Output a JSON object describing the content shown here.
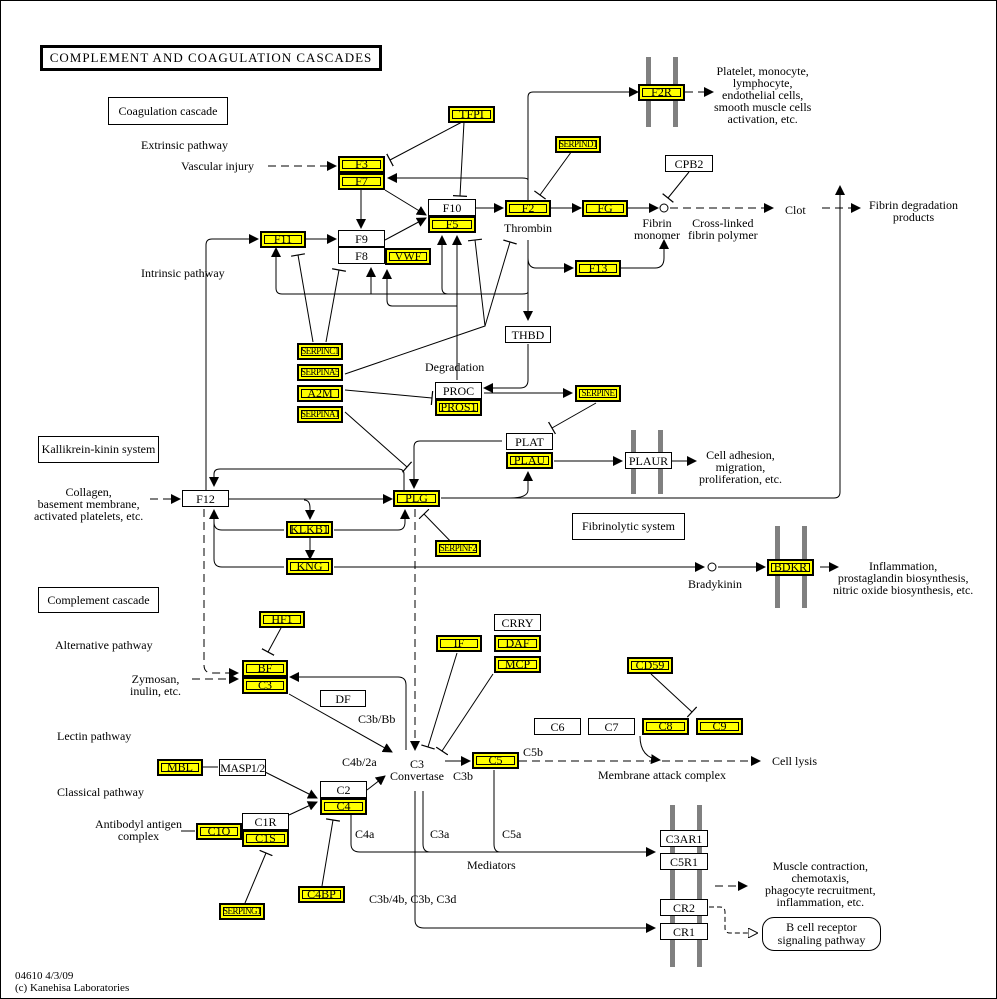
{
  "title": "COMPLEMENT AND COAGULATION CASCADES",
  "colors": {
    "gene_highlight": "#ffff00",
    "membrane": "#808080",
    "line": "#000000"
  },
  "sections": {
    "coagulation": "Coagulation cascade",
    "kallikrein": "Kallikrein-kinin system",
    "fibrinolytic": "Fibrinolytic system",
    "complement": "Complement cascade"
  },
  "labels": {
    "extrinsic": "Extrinsic pathway",
    "vascular_injury": "Vascular injury",
    "intrinsic": "Intrinsic pathway",
    "thrombin": "Thrombin",
    "fibrin_monomer": "Fibrin\nmonomer",
    "crosslinked": "Cross-linked\nfibrin polymer",
    "clot": "Clot",
    "fibrin_degradation": "Fibrin degradation\nproducts",
    "platelet_activation": "Platelet, monocyte,\nlymphocyte,\nendothelial cells,\nsmooth muscle cells\nactivation, etc.",
    "degradation": "Degradation",
    "cell_adhesion": "Cell adhesion,\nmigration,\nproliferation, etc.",
    "collagen": "Collagen,\nbasement membrane,\nactivated platelets, etc.",
    "bradykinin": "Bradykinin",
    "inflammation": "Inflammation,\nprostaglandin biosynthesis,\nnitric oxide biosynthesis, etc.",
    "alternative": "Alternative pathway",
    "zymosan": "Zymosan,\ninulin, etc.",
    "lectin": "Lectin pathway",
    "classical": "Classical pathway",
    "antibody": "Antibodyl antigen\ncomplex",
    "c3bbb": "C3b/Bb",
    "c4b2a": "C4b/2a",
    "c3_convertase": "C3\nConvertase",
    "c3b": "C3b",
    "c5b": "C5b",
    "c4a": "C4a",
    "c3a": "C3a",
    "c5a": "C5a",
    "mediators": "Mediators",
    "c3b4b": "C3b/4b, C3b, C3d",
    "mac": "Membrane attack complex",
    "cell_lysis": "Cell lysis",
    "muscle": "Muscle contraction,\nchemotaxis,\nphagocyte recruitment,\ninflammation, etc.",
    "bcell": "B cell receptor\nsignaling pathway"
  },
  "genes": {
    "F3": "F3",
    "F7": "F7",
    "TFPI": "TFPI",
    "F10": "F10",
    "F5": "F5",
    "F2": "F2",
    "FG": "FG",
    "SERPIND1": "SERPIND1",
    "F2R": "F2R",
    "CPB2": "CPB2",
    "F11": "F11",
    "F9": "F9",
    "F8": "F8",
    "VWF": "VWF",
    "F13": "F13",
    "THBD": "THBD",
    "SERPINC1": "SERPINC1",
    "SERPINA5": "SERPINA5",
    "A2M": "A2M",
    "SERPINA1": "SERPINA1",
    "PROC": "PROC",
    "PROS1": "PROS1",
    "SERPINE": "SERPINE",
    "PLAT": "PLAT",
    "PLAU": "PLAU",
    "PLAUR": "PLAUR",
    "F12": "F12",
    "PLG": "PLG",
    "KLKB1": "KLKB1",
    "KNG": "KNG",
    "SERPINF2": "SERPINF2",
    "BDKR": "BDKR",
    "HF1": "HF1",
    "BF": "BF",
    "C3": "C3",
    "DF": "DF",
    "IF": "IF",
    "CRRY": "CRRY",
    "DAF": "DAF",
    "MCP": "MCP",
    "CD59": "CD59",
    "C6": "C6",
    "C7": "C7",
    "C8": "C8",
    "C9": "C9",
    "C5": "C5",
    "MBL": "MBL",
    "MASP12": "MASP1/2",
    "C2": "C2",
    "C4": "C4",
    "C1R": "C1R",
    "C1S": "C1S",
    "C1Q": "C1Q",
    "C4BP": "C4BP",
    "SERPING1": "SERPING1",
    "C3AR1": "C3AR1",
    "C5R1": "C5R1",
    "CR2": "CR2",
    "CR1": "CR1"
  },
  "footer": "04610 4/3/09\n(c) Kanehisa Laboratories"
}
